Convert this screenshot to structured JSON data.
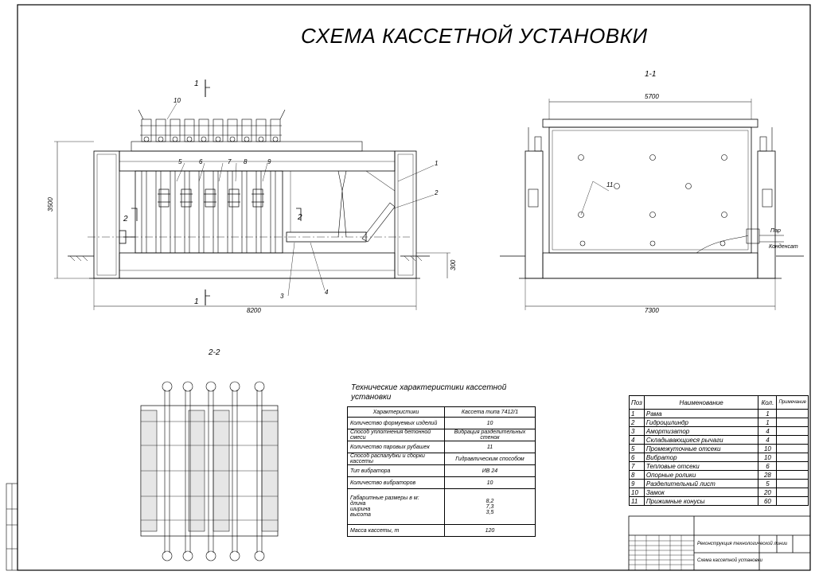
{
  "title": "СХЕМА КАССЕТНОЙ УСТАНОВКИ",
  "views": {
    "front": {
      "section_mark": "1",
      "section_mark_2": "2",
      "dim_length": "8200",
      "dim_height": "3500",
      "dim_depth": "300",
      "callouts": [
        "10",
        "5",
        "6",
        "7",
        "8",
        "9",
        "1",
        "2",
        "3",
        "4"
      ]
    },
    "side": {
      "label": "1-1",
      "dim_inner": "5700",
      "dim_total": "7300",
      "callout": "11",
      "label_steam": "Пар",
      "label_condensate": "Конденсат"
    },
    "plan": {
      "label": "2-2"
    }
  },
  "spec_table": {
    "title": "Технические характеристики кассетной установки",
    "header": [
      "Характеристики",
      "Кассета типа 7412/1"
    ],
    "rows": [
      [
        "Количество формуемых изделий",
        "10"
      ],
      [
        "Способ уплотнения бетонной смеси",
        "Вибрация разделительных стенок"
      ],
      [
        "Количество паровых рубашек",
        "11"
      ],
      [
        "Способ распалубки и сборки кассеты",
        "Гидравлическим способом"
      ],
      [
        "Тип вибратора",
        "ИВ 24"
      ],
      [
        "Количество вибраторов",
        "10"
      ],
      [
        "Габаритные размеры в м:\n  длина\n  ширина\n  высота",
        "8,2\n7,3\n3,5"
      ],
      [
        "Масса кассеты, т",
        "120"
      ]
    ]
  },
  "parts_table": {
    "header": [
      "Поз",
      "Наименование",
      "Кол.",
      "Примечание"
    ],
    "rows": [
      [
        "1",
        "Рама",
        "1"
      ],
      [
        "2",
        "Гидроцилиндр",
        "1"
      ],
      [
        "3",
        "Амортизатор",
        "4"
      ],
      [
        "4",
        "Складывающиеся рычаги",
        "4"
      ],
      [
        "5",
        "Промежуточные отсеки",
        "10"
      ],
      [
        "6",
        "Вибратор",
        "10"
      ],
      [
        "7",
        "Тепловые отсеки",
        "6"
      ],
      [
        "8",
        "Опорные ролики",
        "28"
      ],
      [
        "9",
        "Разделительный лист",
        "5"
      ],
      [
        "10",
        "Замок",
        "20"
      ],
      [
        "11",
        "Прижимные конусы",
        "60"
      ]
    ]
  },
  "stamp": {
    "project": "Реконструкция технологической линии",
    "drawing": "Схема кассетной установки"
  }
}
